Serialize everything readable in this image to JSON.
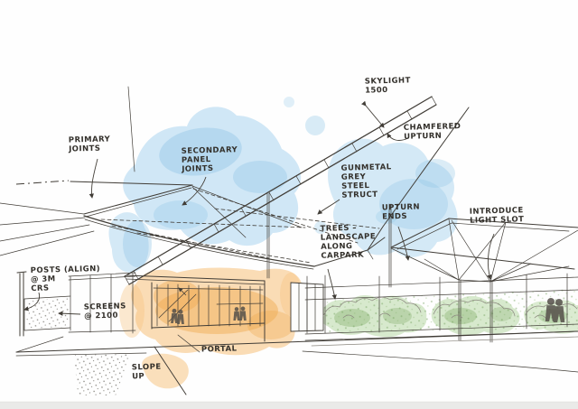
{
  "annotations": {
    "primary_joints": "PRIMARY\nJOINTS",
    "secondary_panel_joints": "SECONDARY\nPANEL\nJOINTS",
    "skylight": "SKYLIGHT\n1500",
    "chamfered_upturn": "CHAMFERED\nUPTURN",
    "gunmetal": "GUNMETAL\nGREY\nSTEEL\nSTRUCT",
    "upturn_ends": "UPTURN\nENDS",
    "introduce_light_slot": "INTRODUCE\nLIGHT SLOT",
    "trees": "TREES –\nLANDSCAPE\nALONG\nCARPARK",
    "posts": "POSTS (ALIGN)\n@ 3M\nCRS",
    "screens": "SCREENS\n@ 2100",
    "portal": "PORTAL",
    "slope_up": "SLOPE\nUP"
  },
  "colors": {
    "ink": "#413d37",
    "pencil_light": "#8a867e",
    "paper": "#fefefe",
    "wash_blue": "#aad4ee",
    "wash_blue_deep": "#8cc3e6",
    "wash_orange": "#f5c078",
    "wash_orange_deep": "#efa84e",
    "wash_green": "#b7d7a4",
    "wash_green_deep": "#84b06c"
  }
}
